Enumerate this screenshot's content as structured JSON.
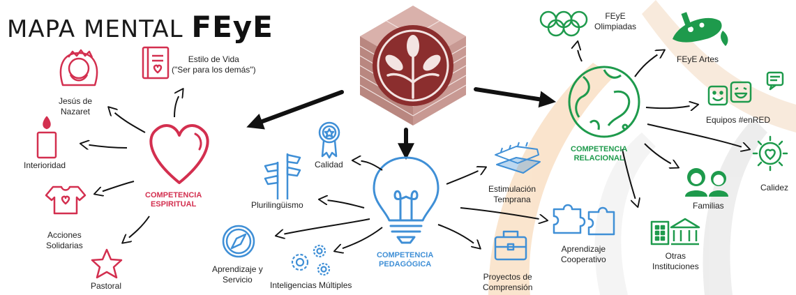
{
  "title": {
    "text": "MAPA MENTAL",
    "brand": "FEyE"
  },
  "colors": {
    "spiritual": "#d32f4f",
    "pedagogical": "#3f8fd6",
    "relational": "#1e9a4c",
    "brick": "#c7968f",
    "logo": "#8b2e2e",
    "arrow": "#111111"
  },
  "center": {
    "icon": "feye-logo-cube"
  },
  "spiritual": {
    "label_line1": "COMPETENCIA",
    "label_line2": "ESPIRITUAL",
    "icon": "heart-icon",
    "items": {
      "jesus_line1": "Jesús de",
      "jesus_line2": "Nazaret",
      "estilo_line1": "Estilo de Vida",
      "estilo_line2": "(\"Ser para los demás\")",
      "interioridad": "Interioridad",
      "acciones_line1": "Acciones",
      "acciones_line2": "Solidarias",
      "pastoral": "Pastoral"
    }
  },
  "pedagogical": {
    "label_line1": "COMPETENCIA",
    "label_line2": "PEDAGÓGICA",
    "icon": "lightbulb-icon",
    "items": {
      "calidad": "Calidad",
      "plurilinguismo": "Plurilingüismo",
      "aprendizaje_line1": "Aprendizaje y",
      "aprendizaje_line2": "Servicio",
      "inteligencias": "Inteligencias Múltiples",
      "estimulacion_line1": "Estimulación",
      "estimulacion_line2": "Temprana",
      "proyectos_line1": "Proyectos de",
      "proyectos_line2": "Comprensión",
      "cooperativo_line1": "Aprendizaje",
      "cooperativo_line2": "Cooperativo"
    }
  },
  "relational": {
    "label_line1": "COMPETENCIA",
    "label_line2": "RELACIONAL",
    "icon": "globe-icon",
    "items": {
      "olimpiadas_line1": "FEyE",
      "olimpiadas_line2": "Olimpiadas",
      "artes": "FEyE Artes",
      "equipos": "Equipos #enRED",
      "calidez": "Calidez",
      "familias": "Familias",
      "otras_line1": "Otras",
      "otras_line2": "Instituciones"
    }
  }
}
